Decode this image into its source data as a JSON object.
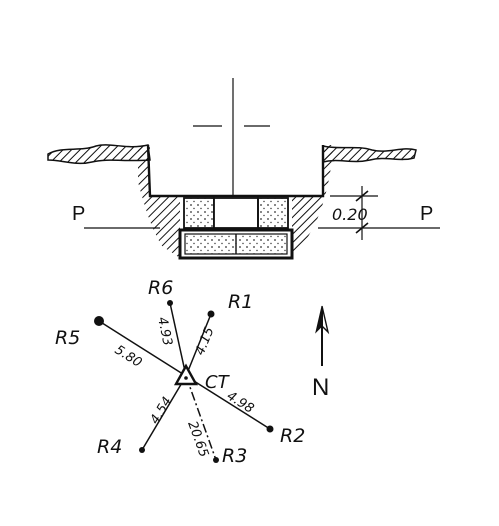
{
  "section": {
    "left_label": "P",
    "right_label": "P",
    "depth_dimension": "0.20"
  },
  "center": {
    "label": "CT"
  },
  "references": [
    {
      "id": "R1",
      "distance": "4.15"
    },
    {
      "id": "R2",
      "distance": "4.98"
    },
    {
      "id": "R3",
      "distance": "20.65"
    },
    {
      "id": "R4",
      "distance": "4.54"
    },
    {
      "id": "R5",
      "distance": "5.80"
    },
    {
      "id": "R6",
      "distance": "4.93"
    }
  ],
  "north": {
    "label": "N"
  }
}
